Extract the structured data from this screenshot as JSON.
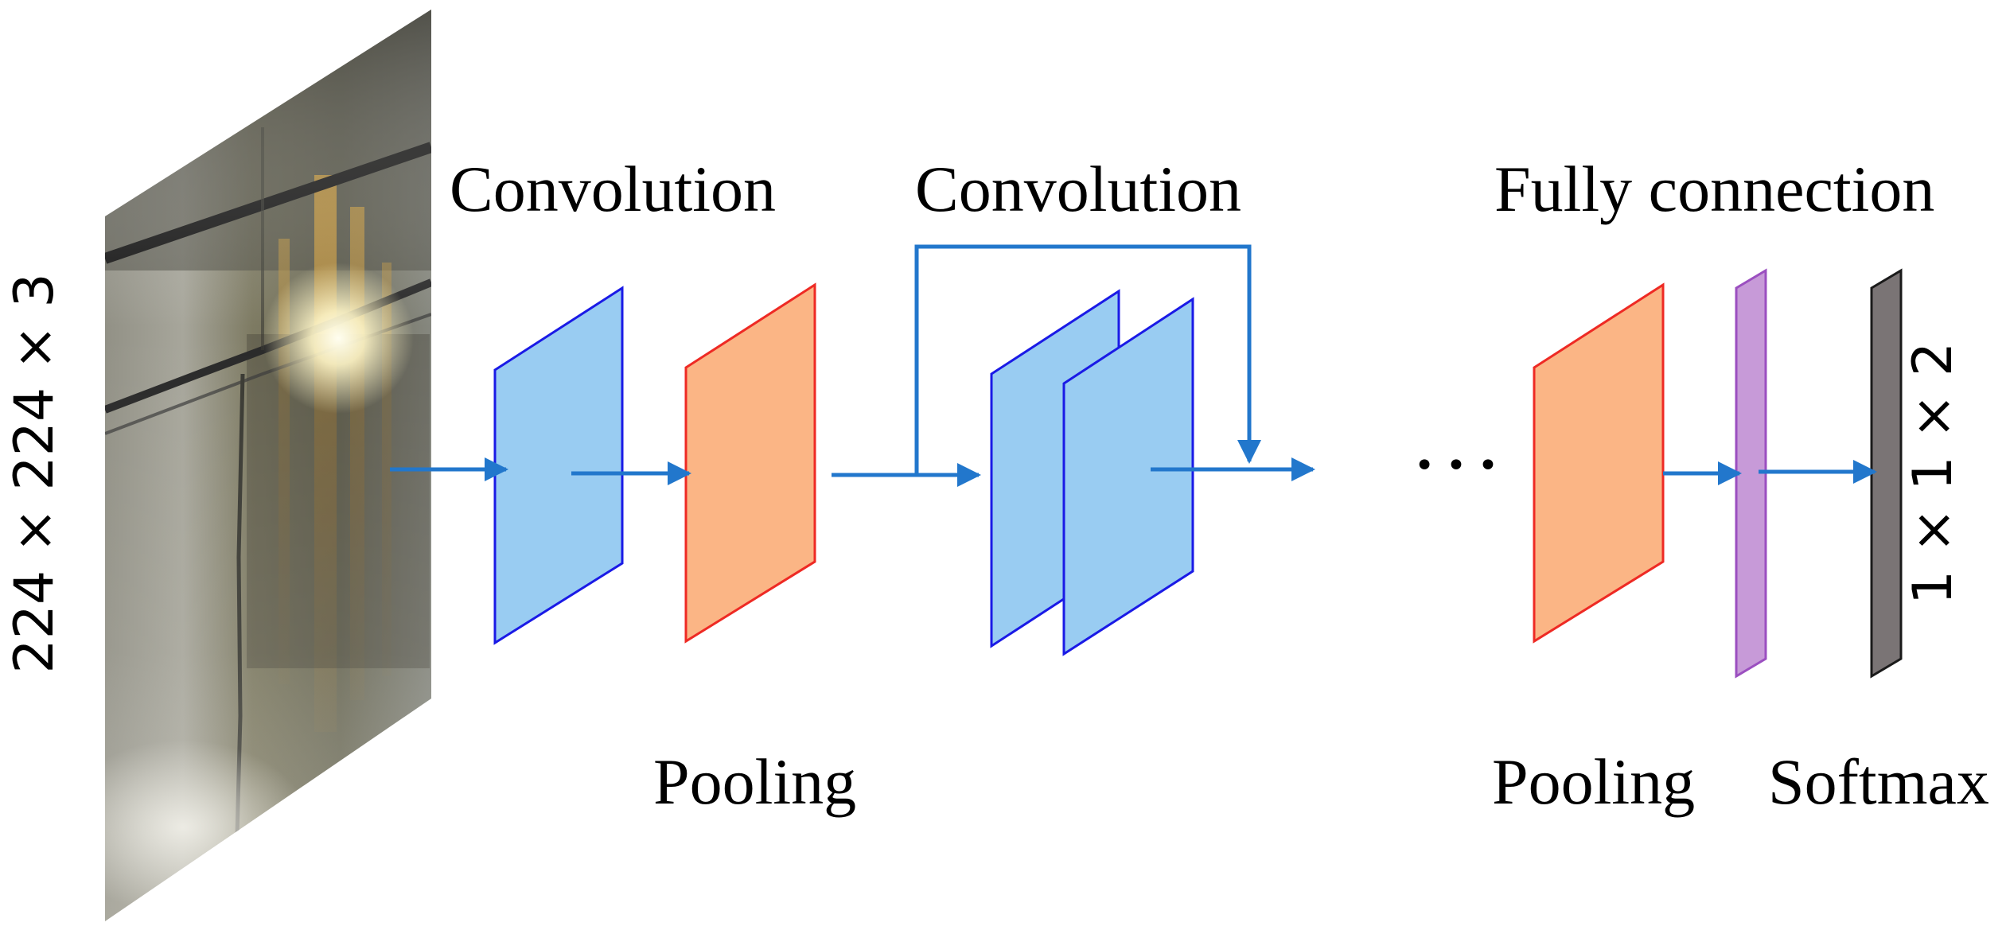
{
  "input": {
    "dimension": "224 × 224 × 3"
  },
  "labels": {
    "convolution_1": "Convolution",
    "convolution_2": "Convolution",
    "pooling_1": "Pooling",
    "fully_connection": "Fully connection",
    "pooling_2": "Pooling",
    "softmax": "Softmax"
  },
  "ellipsis": "• • •",
  "output": {
    "dimension": "1 × 1 × 2"
  },
  "colors": {
    "conv_fill": "#99ccf2",
    "conv_stroke": "#1a1ae6",
    "pool_fill": "#fbb585",
    "pool_stroke": "#ee2a24",
    "fc_fill": "#c79ad8",
    "fc_stroke": "#9b4fc0",
    "softmax_fill": "#7a7475",
    "softmax_stroke": "#1a1a1a",
    "arrow": "#2277cc"
  }
}
